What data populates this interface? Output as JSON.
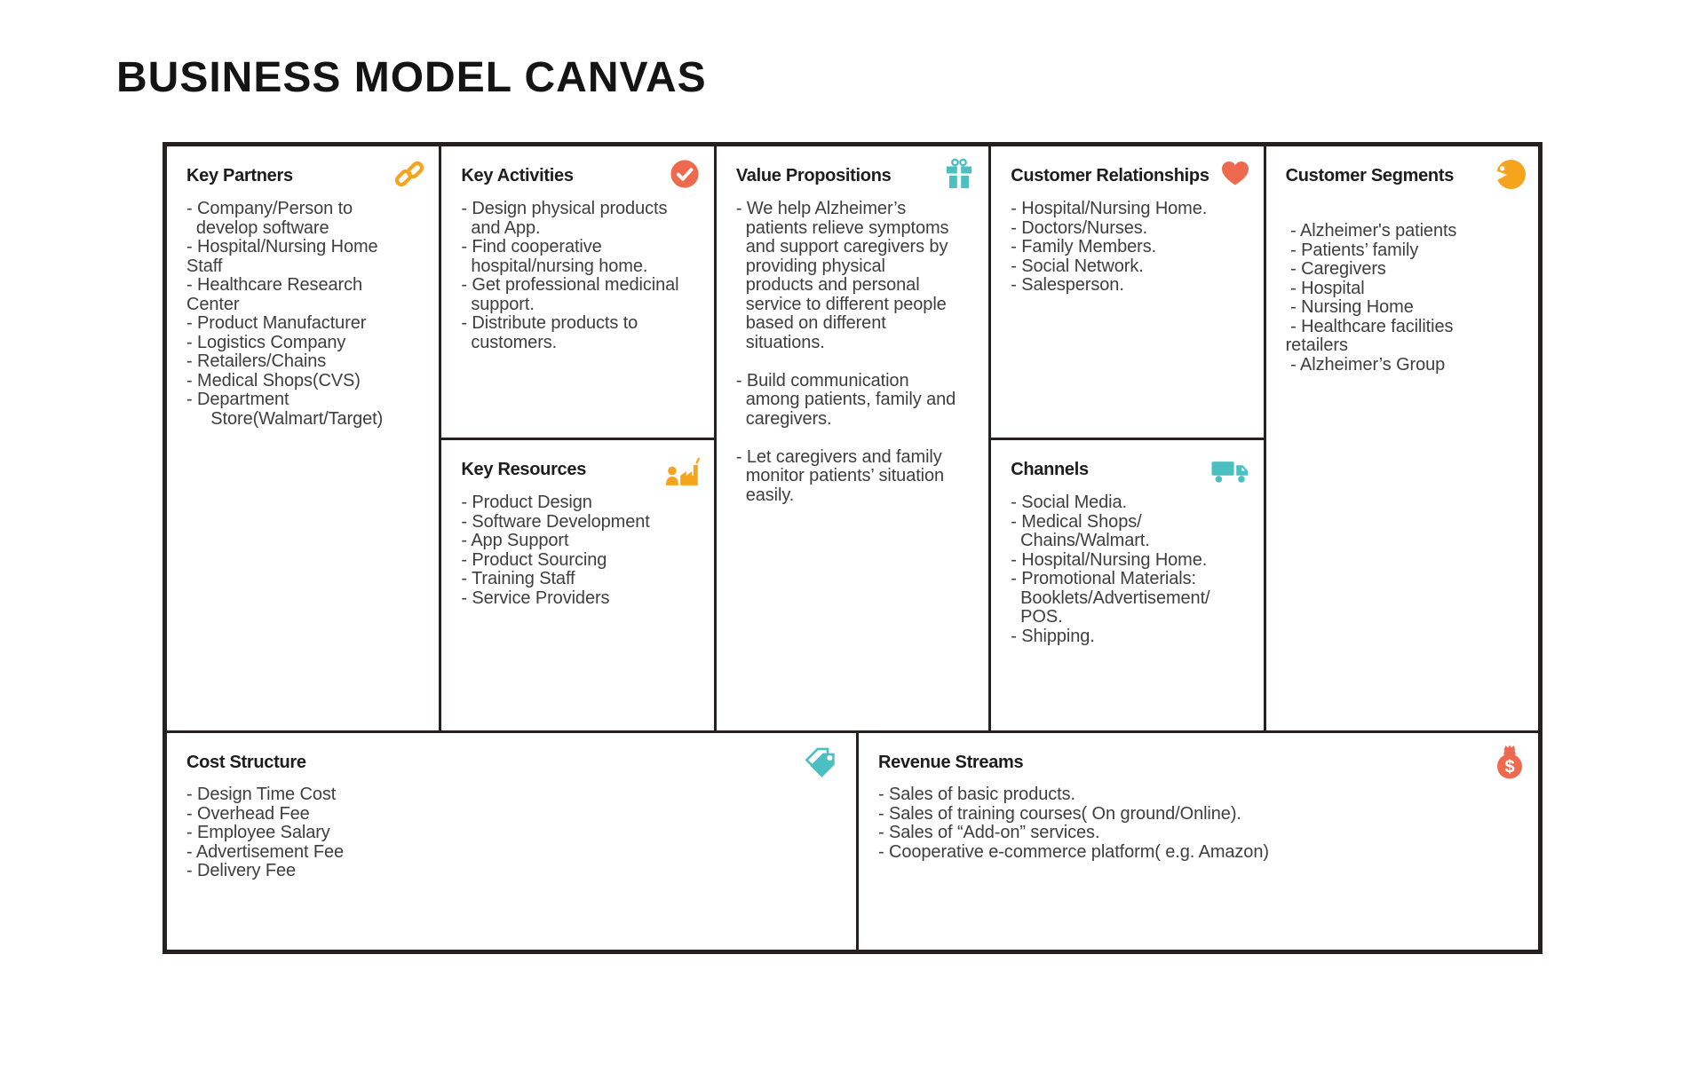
{
  "title": "BUSINESS MODEL CANVAS",
  "theme": {
    "orange": "#F5A41E",
    "teal": "#4CBFC2",
    "coral": "#EE6A4F",
    "border": "#262021",
    "header_text": "#1D1D1D",
    "body_text": "#3E3E3E",
    "background": "#FFFFFF"
  },
  "sections": {
    "key_partners": {
      "title": "Key Partners",
      "icon": "link-icon",
      "lines": [
        "- Company/Person to",
        "  develop software",
        "- Hospital/Nursing Home",
        "Staff",
        "- Healthcare Research",
        "Center",
        "- Product Manufacturer",
        "- Logistics Company",
        "- Retailers/Chains",
        "- Medical Shops(CVS)",
        "- Department",
        "     Store(Walmart/Target)"
      ]
    },
    "key_activities": {
      "title": "Key Activities",
      "icon": "check-circle-icon",
      "lines": [
        "- Design physical products",
        "  and App.",
        "- Find cooperative",
        "  hospital/nursing home.",
        "- Get professional medicinal",
        "  support.",
        "- Distribute products to",
        "  customers."
      ]
    },
    "key_resources": {
      "title": "Key Resources",
      "icon": "person-factory-icon",
      "lines": [
        "- Product Design",
        "- Software Development",
        "- App Support",
        "- Product Sourcing",
        "- Training Staff",
        "- Service Providers"
      ]
    },
    "value_propositions": {
      "title": "Value Propositions",
      "icon": "gift-icon",
      "lines": [
        "- We help Alzheimer’s",
        "  patients relieve symptoms",
        "  and support caregivers by",
        "  providing physical",
        "  products and personal",
        "  service to different people",
        "  based on different",
        "  situations.",
        "",
        "- Build communication",
        "  among patients, family and",
        "  caregivers.",
        "",
        "- Let caregivers and family",
        "  monitor patients’ situation",
        "  easily."
      ]
    },
    "customer_relationships": {
      "title": "Customer Relationships",
      "icon": "heart-icon",
      "lines": [
        "- Hospital/Nursing Home.",
        "- Doctors/Nurses.",
        "- Family Members.",
        "- Social Network.",
        "- Salesperson."
      ]
    },
    "channels": {
      "title": "Channels",
      "icon": "truck-icon",
      "lines": [
        "- Social Media.",
        "- Medical Shops/",
        "  Chains/Walmart.",
        "- Hospital/Nursing Home.",
        "- Promotional Materials:",
        "  Booklets/Advertisement/",
        "  POS.",
        "- Shipping."
      ]
    },
    "customer_segments": {
      "title": "Customer Segments",
      "icon": "face-icon",
      "lines": [
        " - Alzheimer's patients",
        " - Patients’ family",
        " - Caregivers",
        " - Hospital",
        " - Nursing Home",
        " - Healthcare facilities",
        "retailers",
        " - Alzheimer’s Group"
      ]
    },
    "cost_structure": {
      "title": "Cost Structure",
      "icon": "tag-icon",
      "lines": [
        "- Design Time Cost",
        "- Overhead Fee",
        "- Employee Salary",
        "- Advertisement Fee",
        "- Delivery Fee"
      ]
    },
    "revenue_streams": {
      "title": "Revenue Streams",
      "icon": "money-bag-icon",
      "lines": [
        "- Sales of basic products.",
        "- Sales of training courses( On ground/Online).",
        "- Sales of “Add-on” services.",
        "- Cooperative e-commerce platform( e.g. Amazon)"
      ]
    }
  }
}
